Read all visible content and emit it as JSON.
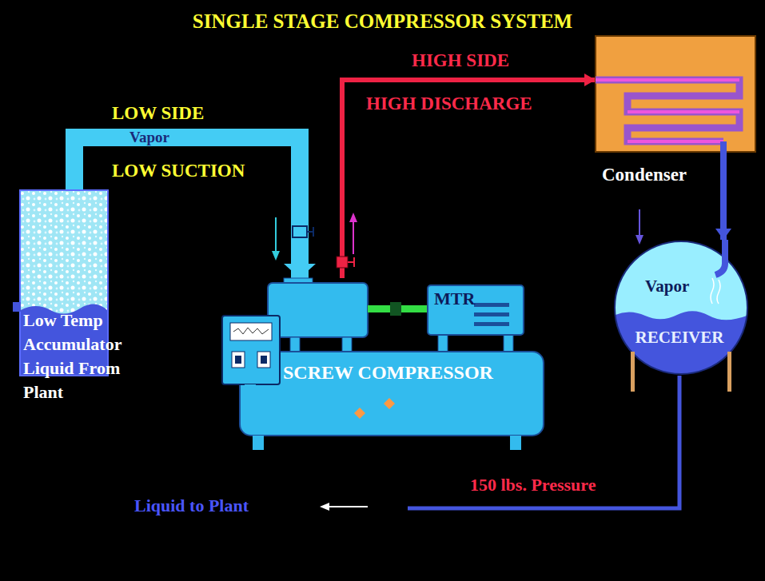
{
  "diagram": {
    "title": "SINGLE STAGE COMPRESSOR SYSTEM",
    "nodes": [
      {
        "text": [
          "Low Temp Accumulator Liquid From Plant"
        ]
      },
      {
        "text": [
          "SCREW COMPRESSOR"
        ]
      },
      {
        "text": [
          "MTR"
        ],
        "in": 1
      },
      {
        "text": [
          "Condenser"
        ]
      },
      {
        "text": [
          "Vapor",
          "RECEIVER"
        ]
      }
    ],
    "edges": [
      {
        "from": 0,
        "to": 1,
        "arrow": "to"
      },
      {
        "from": 1,
        "to": 3,
        "arrow": "to"
      },
      {
        "from": 3,
        "to": 4,
        "arrow": "to"
      }
    ],
    "labels": [
      "LOW SIDE",
      "Vapor",
      "LOW SUCTION",
      "HIGH SIDE",
      "HIGH DISCHARGE",
      "150 lbs. Pressure",
      "Liquid to Plant"
    ]
  }
}
